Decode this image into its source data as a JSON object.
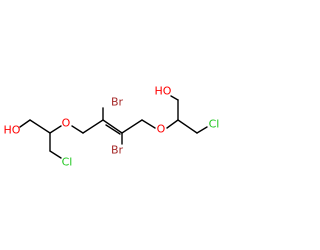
{
  "molecule": {
    "atoms": {
      "ho_left": {
        "text": "HO",
        "element": "O"
      },
      "o_ether_left": {
        "text": "O",
        "element": "O"
      },
      "cl_left": {
        "text": "Cl",
        "element": "Cl"
      },
      "br_top": {
        "text": "Br",
        "element": "Br"
      },
      "br_bottom": {
        "text": "Br",
        "element": "Br"
      },
      "o_ether_right": {
        "text": "O",
        "element": "O"
      },
      "ho_right": {
        "text": "HO",
        "element": "O"
      },
      "cl_right": {
        "text": "Cl",
        "element": "Cl"
      }
    }
  },
  "colors": {
    "bond": "#000000",
    "O": "#ff0000",
    "Cl": "#1fc71f",
    "Br": "#a62a2a"
  }
}
